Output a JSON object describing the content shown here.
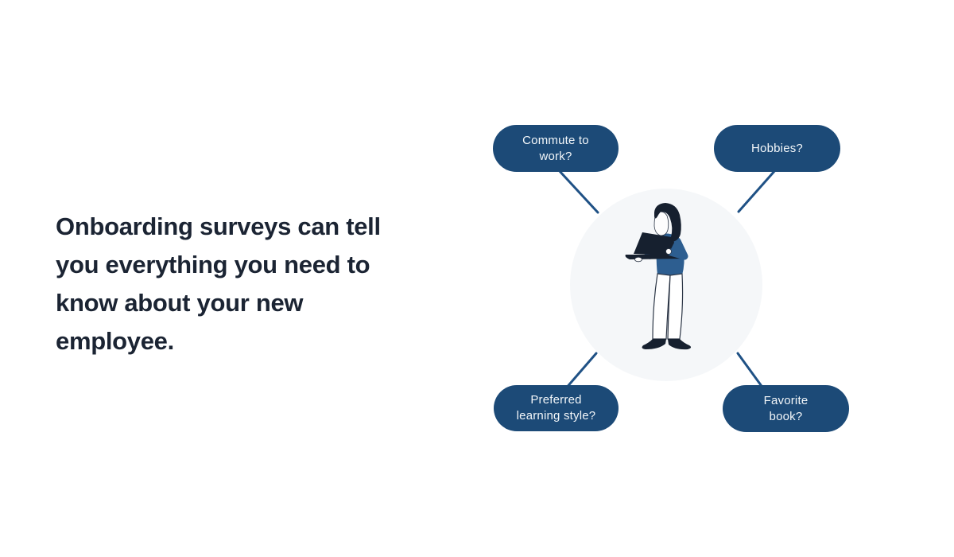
{
  "headline": {
    "text": "Onboarding surveys can tell\nyou everything you need to\nknow about your new\nemployee.",
    "color": "#1b2433"
  },
  "diagram": {
    "illustration": "woman-standing-with-laptop",
    "colors": {
      "circle_background": "#f5f7f9",
      "connector": "#1f5185",
      "node_fill": "#1c4a77",
      "node_text": "#f2f6f9",
      "illustration_dark": "#16202f",
      "illustration_blue": "#2d5e90"
    },
    "nodes": [
      {
        "id": "commute-to-work",
        "label": "Commute to\nwork?"
      },
      {
        "id": "hobbies",
        "label": "Hobbies?"
      },
      {
        "id": "preferred-learning-style",
        "label": "Preferred\nlearning style?"
      },
      {
        "id": "favorite-book",
        "label": "Favorite\nbook?"
      }
    ]
  }
}
